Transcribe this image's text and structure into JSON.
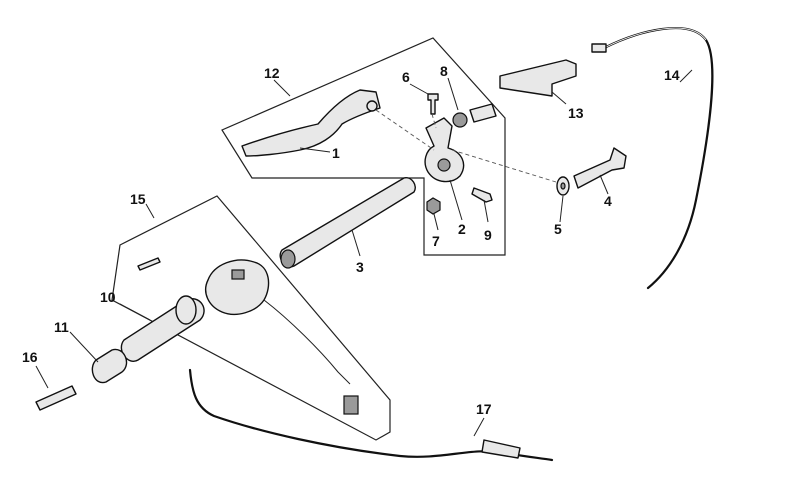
{
  "diagram": {
    "callouts": [
      {
        "id": "1",
        "label": "1"
      },
      {
        "id": "2",
        "label": "2"
      },
      {
        "id": "3",
        "label": "3"
      },
      {
        "id": "4",
        "label": "4"
      },
      {
        "id": "5",
        "label": "5"
      },
      {
        "id": "6",
        "label": "6"
      },
      {
        "id": "7",
        "label": "7"
      },
      {
        "id": "8",
        "label": "8"
      },
      {
        "id": "9",
        "label": "9"
      },
      {
        "id": "10",
        "label": "10"
      },
      {
        "id": "11",
        "label": "11"
      },
      {
        "id": "12",
        "label": "12"
      },
      {
        "id": "13",
        "label": "13"
      },
      {
        "id": "14",
        "label": "14"
      },
      {
        "id": "15",
        "label": "15"
      },
      {
        "id": "16",
        "label": "16"
      },
      {
        "id": "17",
        "label": "17"
      }
    ],
    "colors": {
      "line": "#111111",
      "fill": "#e8e8e8",
      "background": "#ffffff"
    }
  }
}
